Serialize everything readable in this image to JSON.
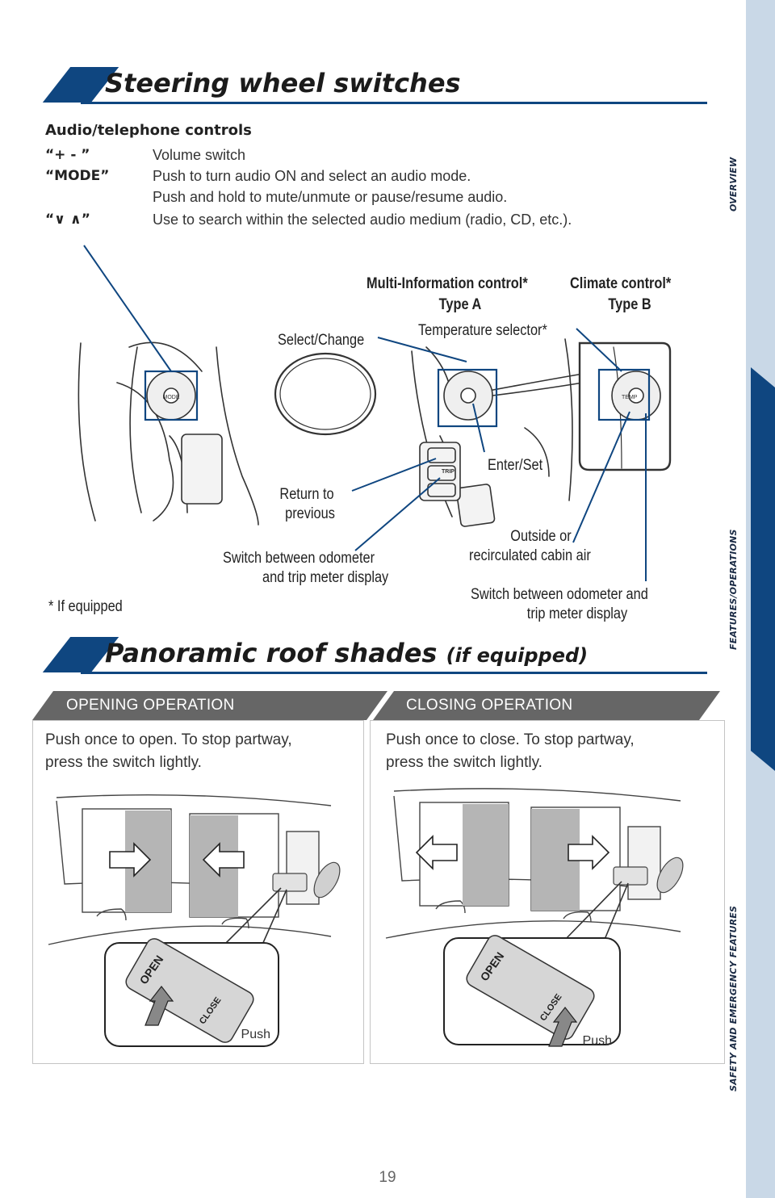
{
  "sidebar": {
    "tabs": [
      {
        "label": "OVERVIEW"
      },
      {
        "label": "FEATURES/OPERATIONS"
      },
      {
        "label": "SAFETY AND EMERGENCY FEATURES"
      }
    ],
    "colors": {
      "light": "#c9d8e7",
      "active": "#0f4680"
    }
  },
  "steering": {
    "title": "Steering wheel switches",
    "audio_heading": "Audio/telephone controls",
    "controls": [
      {
        "key": "“+ - ”",
        "lines": [
          "Volume switch"
        ]
      },
      {
        "key": "“MODE”",
        "lines": [
          "Push to turn audio ON and select an audio mode.",
          "Push and hold to mute/unmute or pause/resume audio."
        ]
      },
      {
        "key": "“∨ ∧”",
        "lines": [
          "Use to search within the selected audio medium (radio, CD, etc.)."
        ]
      }
    ],
    "diagram": {
      "mi_header": [
        "Multi-Information control*",
        "Type A"
      ],
      "cc_header": [
        "Climate control*",
        "Type B"
      ],
      "select_change": "Select/Change",
      "temp_selector": "Temperature selector*",
      "enter_set": "Enter/Set",
      "return_prev": [
        "Return to",
        "previous"
      ],
      "switch_odo_a": [
        "Switch between odometer",
        "and trip meter display"
      ],
      "outside_air": [
        "Outside or",
        "recirculated cabin air"
      ],
      "switch_odo_b": [
        "Switch between odometer and",
        "trip meter display"
      ],
      "footnote": "* If equipped",
      "icon_mode": "MODE",
      "icon_trip": "TRIP",
      "icon_temp": "TEMP"
    }
  },
  "roof": {
    "title": "Panoramic roof shades",
    "title_suffix": "(if equipped)",
    "opening": {
      "label": "OPENING OPERATION",
      "text": [
        "Push once to open. To stop partway,",
        "press the switch lightly."
      ],
      "push": "Push"
    },
    "closing": {
      "label": "CLOSING OPERATION",
      "text": [
        "Push once to close. To stop partway,",
        "press the switch lightly."
      ],
      "push": "Push"
    },
    "switch_labels": {
      "open": "OPEN",
      "close": "CLOSE"
    }
  },
  "page_number": "19"
}
